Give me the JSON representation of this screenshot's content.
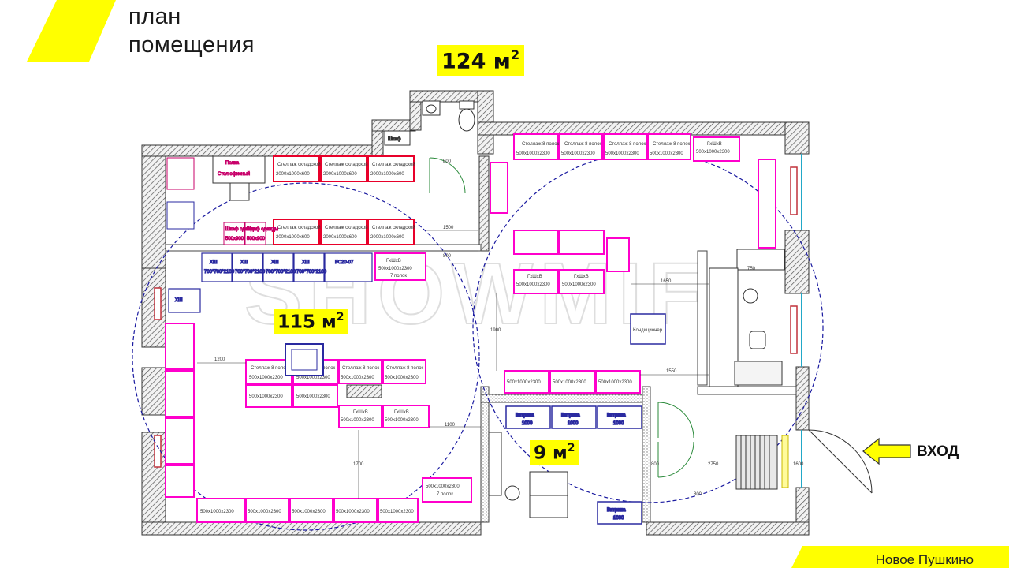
{
  "header": {
    "title_line1": "план",
    "title_line2": "помещения"
  },
  "areas": {
    "total": "124 м",
    "main_hall": "115 м",
    "small_room": "9 м",
    "unit_sup": "2"
  },
  "entrance": {
    "label": "ВХОД"
  },
  "footer": {
    "location": "Новое Пушкино"
  },
  "watermark": "SHOWMIF",
  "colors": {
    "accent_yellow": "#ffff00",
    "shelf_pink": "#ff00cc",
    "shelf_red": "#e8002a",
    "furniture_blue": "#2a2aa0",
    "circle_blue": "#1a1aa0"
  },
  "plan_labels": {
    "shkaf": "Шкаф",
    "polka": "Полка",
    "stol": "Стол офисный",
    "shkaf_odezhdy": "Шкаф одежды",
    "shkaf_dim": "500х900",
    "stellazh_skladskoy": "Стеллаж складской",
    "stellazh_dim": "2000х1000х600",
    "xsh": "ХШ",
    "xsh_dim": "700*700*2100",
    "fc": "FC20-07",
    "gxshxv": "ГхШхВ",
    "gxshxv_dim": "500х1000х2300",
    "polok7": "7 полок",
    "stellazh8": "Стеллаж 8 полок",
    "vitrina": "Витрина",
    "vitrina_dim": "1000",
    "kondicioner": "Кондиционер",
    "d800": "800",
    "d1500": "1500",
    "d1200": "1200",
    "d1100": "1100",
    "d1650": "1650",
    "d1550": "1550",
    "d1900": "1900",
    "d2750": "2750",
    "d1600": "1600",
    "d750": "750",
    "d1700": "1700"
  }
}
